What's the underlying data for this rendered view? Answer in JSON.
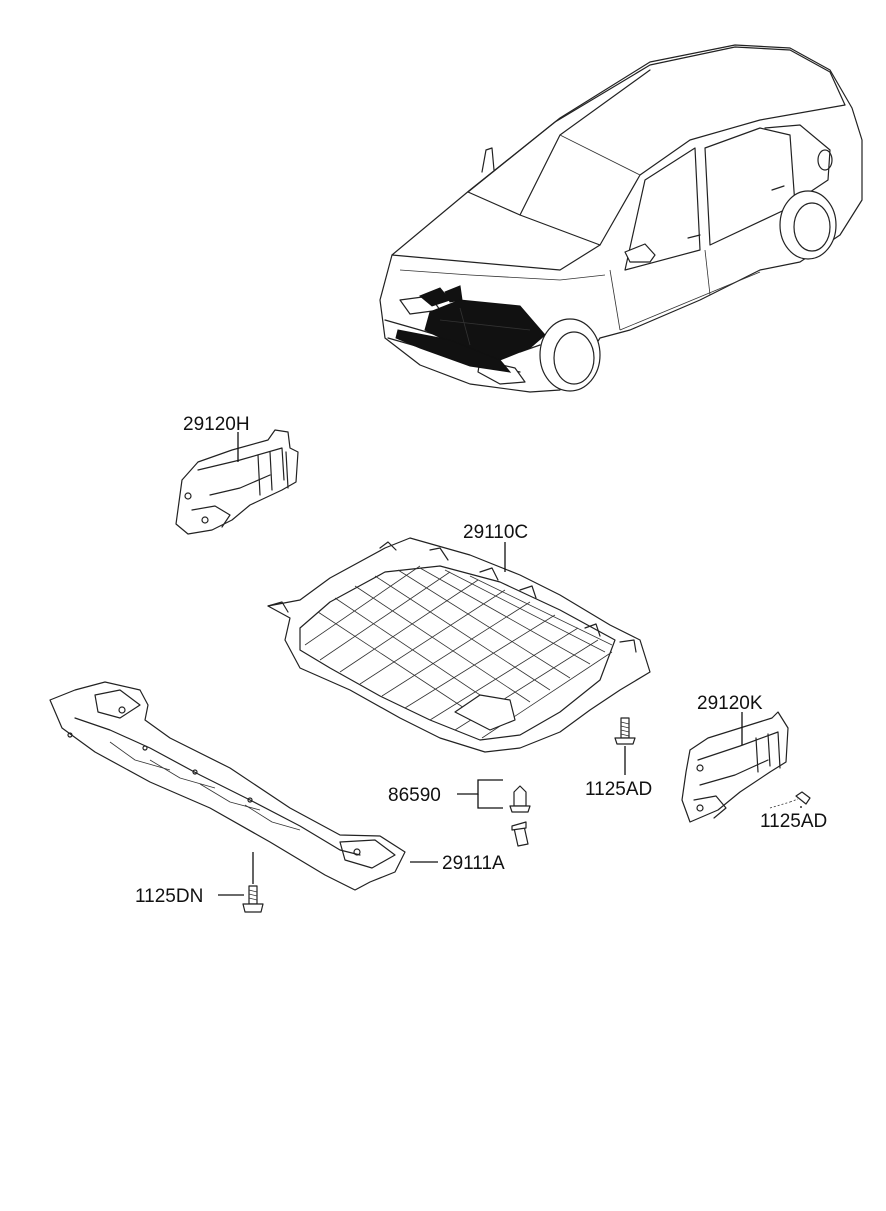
{
  "labels": {
    "p29120H": "29120H",
    "p29110C": "29110C",
    "p29120K": "29120K",
    "p86590": "86590",
    "p1125AD_a": "1125AD",
    "p1125AD_b": "1125AD",
    "p29111A": "29111A",
    "p1125DN": "1125DN"
  },
  "colors": {
    "line": "#222222",
    "background": "#ffffff",
    "highlight": "#111111"
  }
}
